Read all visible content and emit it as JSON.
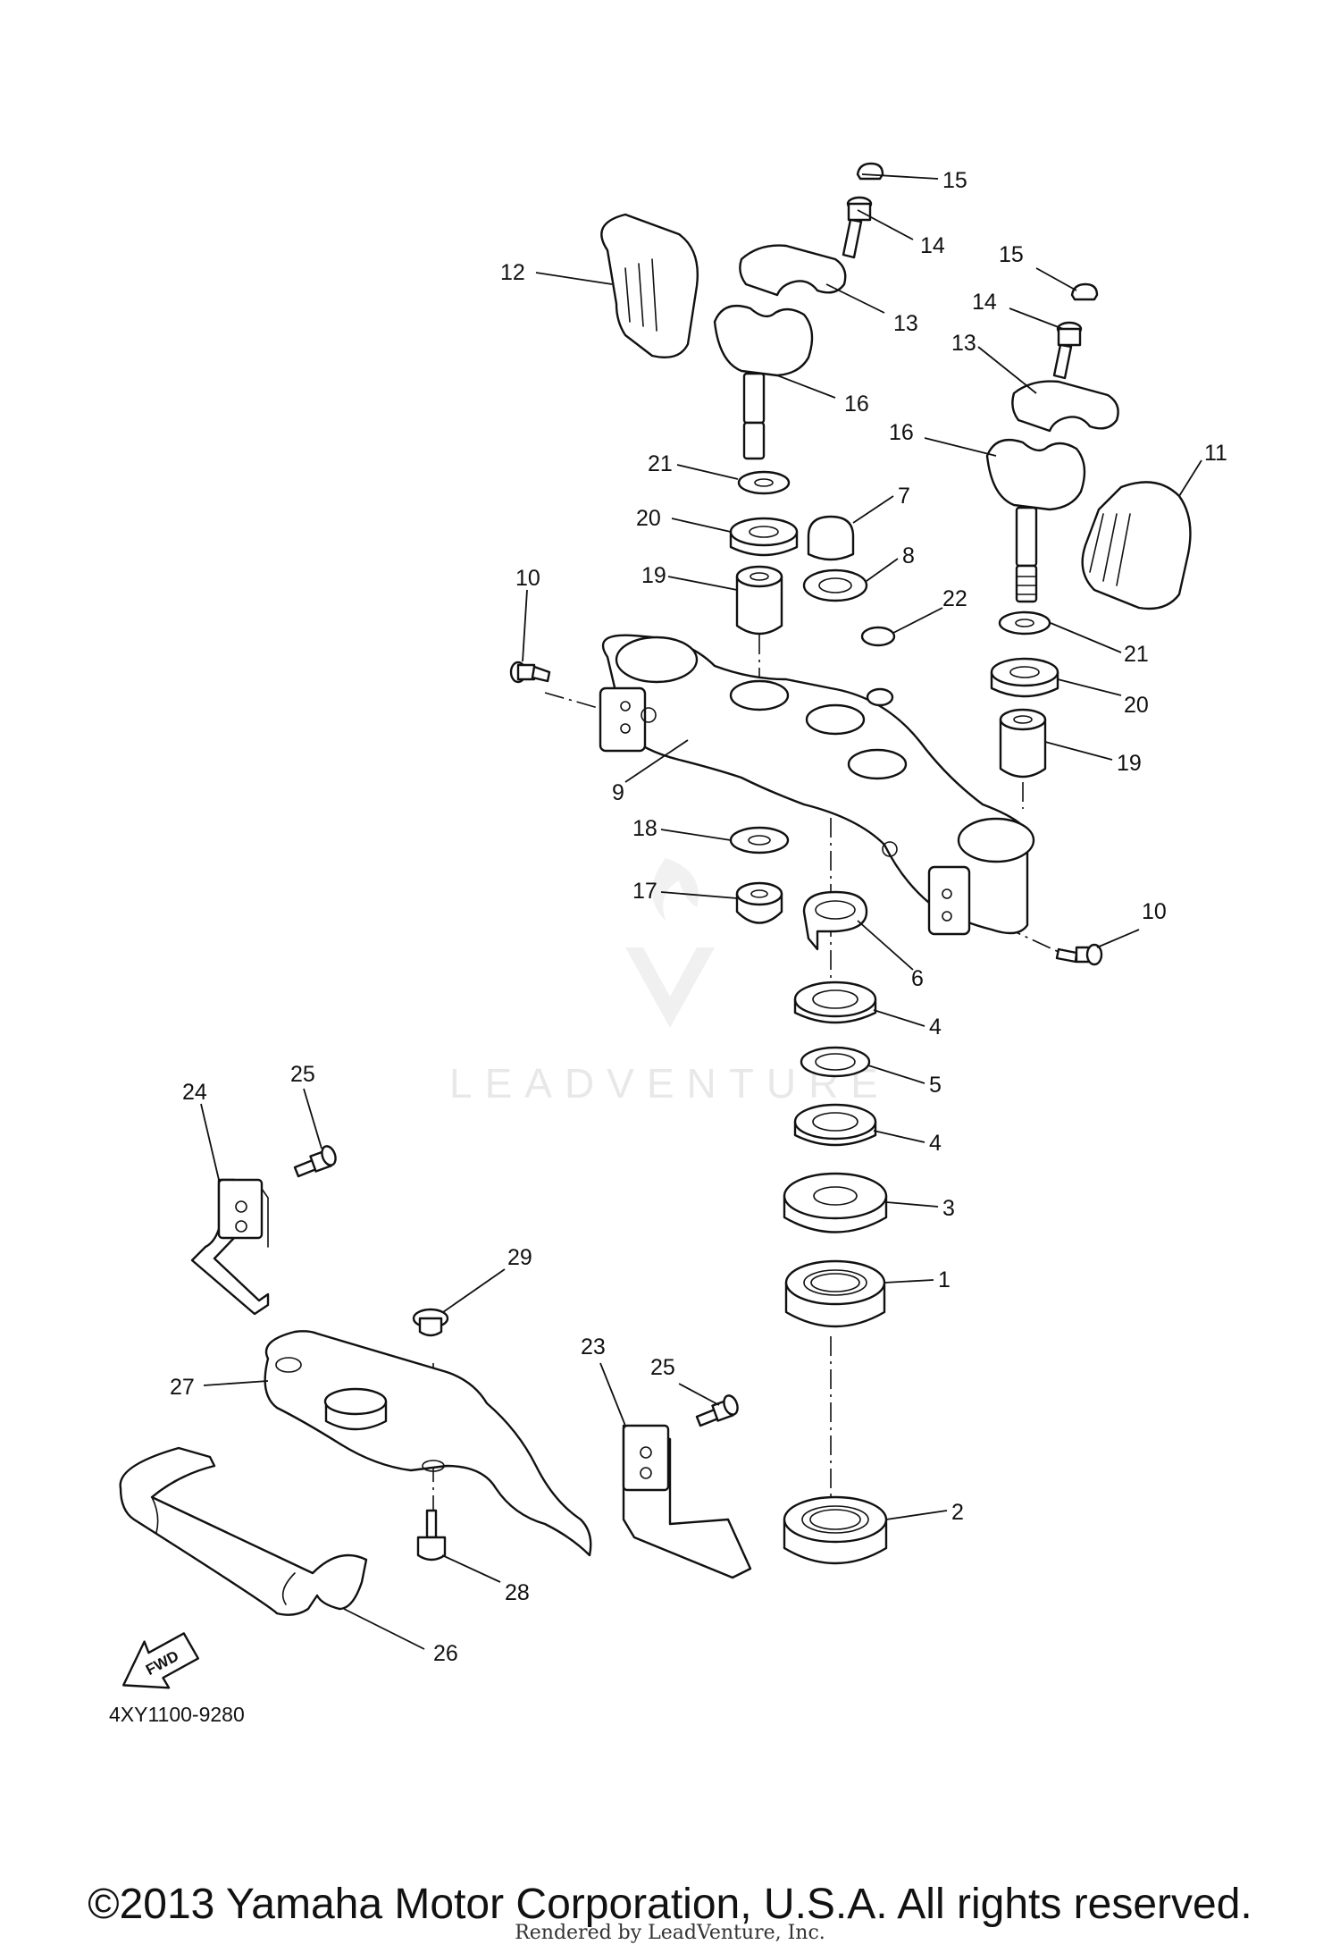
{
  "diagram": {
    "callouts": [
      "1",
      "2",
      "3",
      "4",
      "4",
      "5",
      "6",
      "7",
      "8",
      "9",
      "10",
      "10",
      "11",
      "12",
      "13",
      "13",
      "14",
      "14",
      "15",
      "15",
      "16",
      "16",
      "17",
      "18",
      "19",
      "19",
      "20",
      "20",
      "21",
      "21",
      "22",
      "23",
      "24",
      "25",
      "25",
      "26",
      "27",
      "28",
      "29"
    ],
    "watermark": "LEADVENTURE",
    "fwd_label": "FWD",
    "diagram_code": "4XY1100-9280"
  },
  "footer": {
    "copyright": "©2013 Yamaha Motor Corporation, U.S.A. All rights reserved.",
    "rendered_by": "Rendered by LeadVenture, Inc."
  }
}
